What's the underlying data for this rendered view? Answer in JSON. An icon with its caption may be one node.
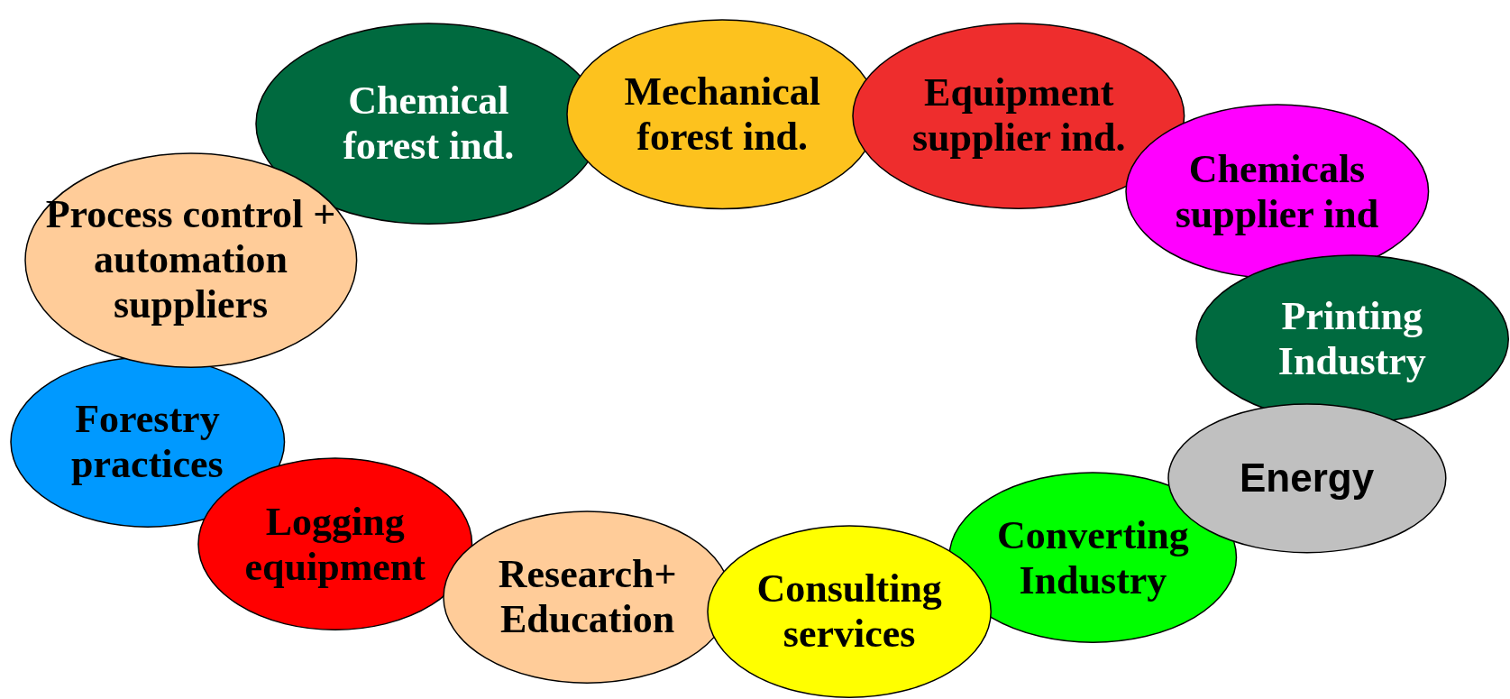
{
  "diagram": {
    "nodes": [
      {
        "text": [
          "Chemical forest ind."
        ]
      },
      {
        "text": [
          "Mechanical forest ind."
        ]
      },
      {
        "text": [
          "Equipment supplier ind."
        ]
      },
      {
        "text": [
          "Chemicals supplier ind"
        ]
      },
      {
        "text": [
          "Printing Industry"
        ]
      },
      {
        "text": [
          "Energy"
        ]
      },
      {
        "text": [
          "Converting Industry"
        ]
      },
      {
        "text": [
          "Consulting services"
        ]
      },
      {
        "text": [
          "Research+ Education"
        ]
      },
      {
        "text": [
          "Logging equipment"
        ]
      },
      {
        "text": [
          "Forestry practices"
        ]
      },
      {
        "text": [
          "Process control + automation suppliers"
        ]
      }
    ]
  }
}
